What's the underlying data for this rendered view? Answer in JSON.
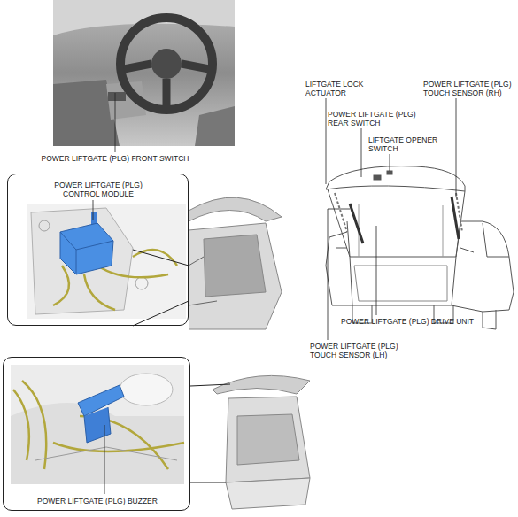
{
  "diagram": {
    "nodes": [
      {
        "text": [
          "POWER LIFTGATE (PLG) CONTROL MODULE"
        ]
      },
      {
        "text": [
          "POWER LIFTGATE (PLG) BUZZER"
        ]
      }
    ],
    "labels": [
      "POWER LIFTGATE (PLG) FRONT SWITCH",
      "LIFTGATE LOCK ACTUATOR",
      "POWER LIFTGATE (PLG) REAR SWITCH",
      "LIFTGATE OPENER SWITCH",
      "POWER LIFTGATE (PLG) TOUCH SENSOR (RH)",
      "POWER LIFTGATE (PLG) DRIVE UNIT",
      "POWER LIFTGATE (PLG) TOUCH SENSOR (LH)"
    ]
  }
}
